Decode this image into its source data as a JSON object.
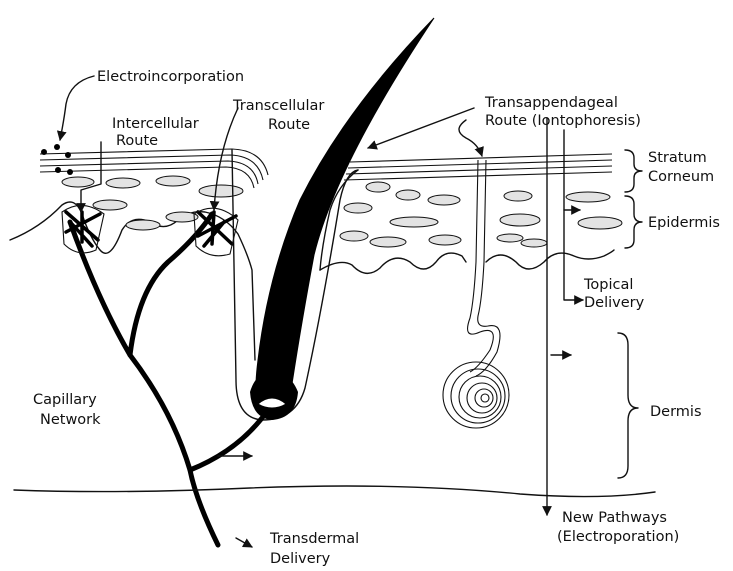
{
  "labels": {
    "electroincorporation": "Electroincorporation",
    "intercellular_1": "Intercellular",
    "intercellular_2": "Route",
    "transcellular_1": "Transcellular",
    "transcellular_2": "Route",
    "transappendageal_1": "Transappendageal",
    "transappendageal_2": "Route  (Iontophoresis)",
    "stratum_1": "Stratum",
    "stratum_2": "Corneum",
    "epidermis": "Epidermis",
    "topical_1": "Topical",
    "topical_2": "Delivery",
    "dermis": "Dermis",
    "capillary_1": "Capillary",
    "capillary_2": "Network",
    "transdermal_1": "Transdermal",
    "transdermal_2": "Delivery",
    "new_pathways_1": "New Pathways",
    "new_pathways_2": "(Electroporation)"
  },
  "colors": {
    "ink": "#111111",
    "cell_fill": "#e3e3e3",
    "background": "#ffffff"
  }
}
